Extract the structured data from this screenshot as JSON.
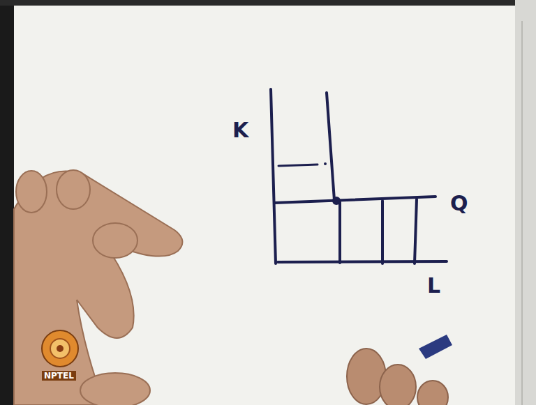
{
  "diagram": {
    "labels": [
      "K",
      "Q",
      "L",
      "NPTEL"
    ]
  }
}
